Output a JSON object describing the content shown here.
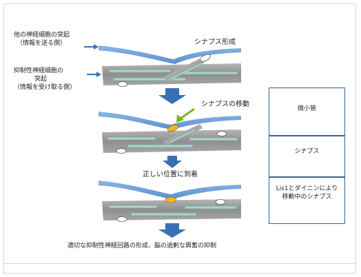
{
  "labels": {
    "other_neuron_process": "他の神経細胞の突起",
    "send_side": "（情報を送る側）",
    "inhibitory_process_1": "抑制性神経細胞の",
    "inhibitory_process_2": "突起",
    "receive_side": "（情報を受け取る側）",
    "synapse_formation": "シナプス形成",
    "synapse_movement": "シナプスの移動",
    "arrive_correct": "正しい位置に到着",
    "result": "適切な抑制性神経回路の形成、脳の過剰な興奮の抑制"
  },
  "legend": {
    "microtubule": "微小管",
    "synapse": "シナプス",
    "moving_1": "Lis1とダイニンにより",
    "moving_2": "移動中のシナプス"
  },
  "colors": {
    "process_blue": "#6d9fd8",
    "axon_gray": "#9a9a9a",
    "microtubule": "#a9d2c8",
    "arrow_blue": "#3a6fb5",
    "synapse_moving": "#f2b81e",
    "green_arrow": "#7ab51d",
    "legend_border": "#3a5fa0"
  }
}
